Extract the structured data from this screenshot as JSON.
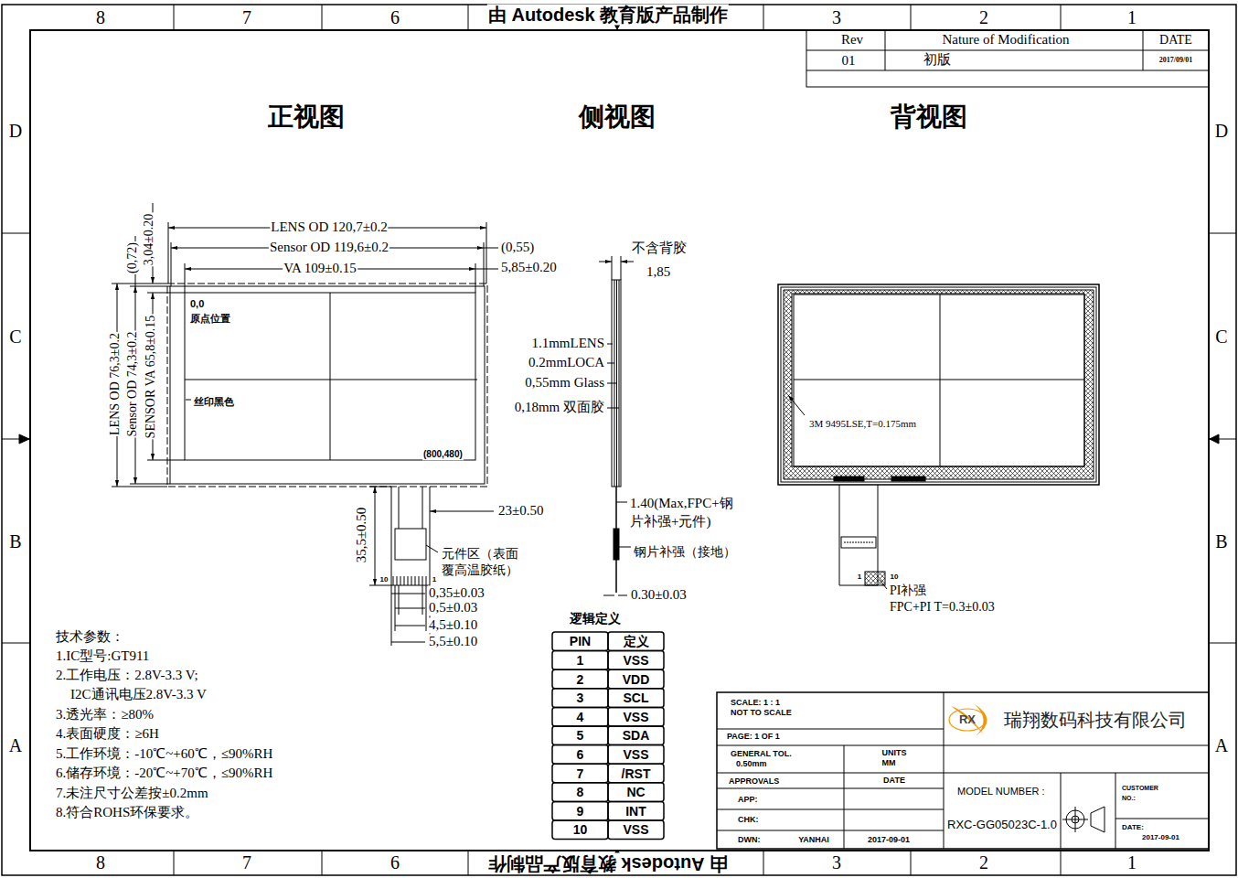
{
  "diagram": {
    "labels": [
      "由 Autodesk 教育版产品制作",
      "由 Autodesk 教育版产品制作",
      "8",
      "7",
      "6",
      "3",
      "2",
      "1",
      "8",
      "7",
      "6",
      "3",
      "2",
      "1",
      "D",
      "C",
      "B",
      "A",
      "D",
      "C",
      "B",
      "A",
      "Rev",
      "Nature of Modification",
      "DATE",
      "01",
      "初版",
      "2017/09/01",
      "正视图",
      "侧视图",
      "背视图",
      "LENS OD 120,7±0.2",
      "Sensor OD 119,6±0.2",
      "VA 109±0.15",
      "(0,55)",
      "5,85±0.20",
      "3,04±0.20",
      "(0,72)",
      "LENS OD 76,3±0.2",
      "Sensor OD 74,3±0.2",
      "SENSOR VA 65,8±0.15",
      "0,0",
      "原点位置",
      "丝印黑色",
      "(800,480)",
      "35,5±0.50",
      "23±0.50",
      "元件区（表面 覆高温胶纸）",
      "10",
      "1",
      "0,35±0.03",
      "0,5±0.03",
      "4,5±0.10",
      "5,5±0.10",
      "不含背胶",
      "1,85",
      "1.1mmLENS",
      "0.2mmLOCA",
      "0,55mm Glass",
      "0,18mm 双面胶",
      "1.40(Max,FPC+钢 片补强+元件)",
      "钢片补强（接地）",
      "0.30±0.03",
      "3M 9495LSE,T=0.175mm",
      "PI补强",
      "FPC+PI T=0.3±0.03",
      "1",
      "10",
      "逻辑定义",
      "PIN",
      "定义",
      "1",
      "VSS",
      "2",
      "VDD",
      "3",
      "SCL",
      "4",
      "VSS",
      "5",
      "SDA",
      "6",
      "VSS",
      "7",
      "/RST",
      "8",
      "NC",
      "9",
      "INT",
      "10",
      "VSS",
      "技术参数：",
      "1.IC型号:GT911",
      "2.工作电压：2.8V-3.3 V;",
      "I2C通讯电压2.8V-3.3 V",
      "3.透光率：≥80%",
      "4.表面硬度：≥6H",
      "5.工作环境：-10℃~+60℃，≤90%RH",
      "6.储存环境：-20℃~+70℃，≤90%RH",
      "7.未注尺寸公差按±0.2mm",
      "8.符合ROHS环保要求。",
      "SCALE: 1 : 1",
      "NOT TO SCALE",
      "PAGE: 1 OF 1",
      "GENERAL TOL.",
      "0.50mm",
      "UNITS",
      "MM",
      "APPROVALS",
      "DATE",
      "APP:",
      "CHK:",
      "DWN:",
      "YANHAI",
      "2017-09-01",
      "RX",
      "瑞翔数码科技有限公司",
      "MODEL NUMBER :",
      "RXC-GG05023C-1.0",
      "CUSTOMER",
      "NO.:",
      "DATE:",
      "2017-09-01"
    ]
  }
}
